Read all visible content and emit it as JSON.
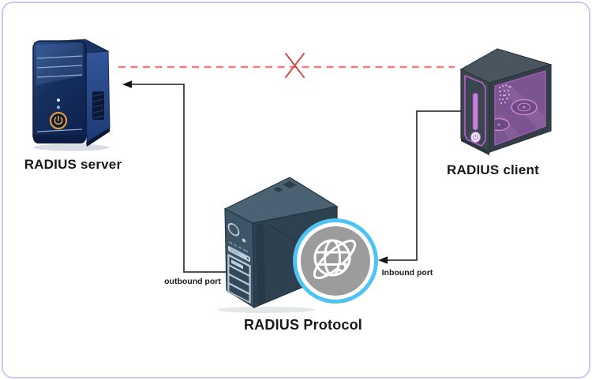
{
  "frame": {
    "background": "#ffffff",
    "border_color": "#c4ccf0"
  },
  "nodes": {
    "server": {
      "label": "RADIUS server",
      "icon": "blue-server-tower-icon"
    },
    "client": {
      "label": "RADIUS client",
      "icon": "purple-window-tower-icon"
    },
    "protocol": {
      "label": "RADIUS Protocol",
      "icon": "slate-tower-globe-icon"
    }
  },
  "connections": {
    "blocked_link": {
      "style": "dashed",
      "from": "RADIUS client",
      "to": "RADIUS server",
      "line_color": "#f0807c",
      "marker": "red-x",
      "marker_color": "#d84440"
    },
    "outbound": {
      "label": "outbound port",
      "from": "RADIUS Protocol",
      "to": "RADIUS server",
      "line_color": "#3a3a3a"
    },
    "inbound": {
      "label": "Inbound port",
      "from": "RADIUS client",
      "to": "RADIUS Protocol",
      "line_color": "#3a3a3a"
    }
  },
  "globe_badge": {
    "ring_color": "#4fc4f2",
    "fill_color": "#9c9c9c",
    "glyph": "globe-with-orbit",
    "glyph_color": "#ffffff"
  }
}
